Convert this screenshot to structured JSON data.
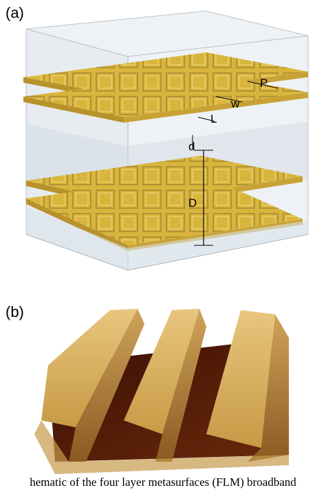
{
  "panels": {
    "a_label": "(a)",
    "b_label": "(b)"
  },
  "dimensions": {
    "period": "P",
    "width": "w",
    "length": "L",
    "thickness": "d",
    "spacing": "D"
  },
  "caption": "hematic of the four layer metasurfaces (FLM) broadband",
  "colors": {
    "gold": "#d9b53c",
    "gold_dark": "#b8922a",
    "glass": "#dfe6ec",
    "afm_low": "#4a1405",
    "afm_high": "#e6c37a"
  }
}
